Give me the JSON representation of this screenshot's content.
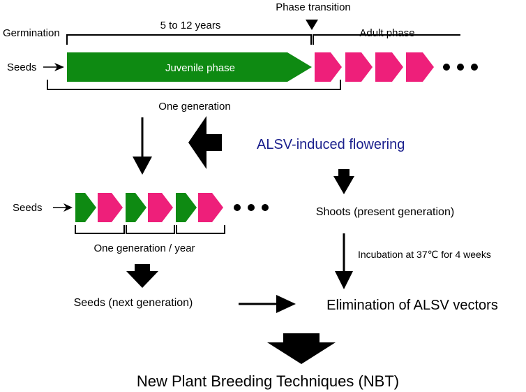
{
  "labels": {
    "phase_transition": "Phase transition",
    "germination": "Germination",
    "years_range": "5 to 12 years",
    "adult_phase": "Adult phase",
    "seeds_top": "Seeds",
    "juvenile_phase": "Juvenile phase",
    "one_generation": "One generation",
    "alsv_flowering": "ALSV-induced flowering",
    "seeds_mid": "Seeds",
    "shoots": "Shoots (present generation)",
    "one_gen_year": "One generation / year",
    "incubation": "Incubation at 37℃ for 4 weeks",
    "seeds_next": "Seeds (next generation)",
    "elimination": "Elimination of ALSV vectors",
    "nbt": "New Plant Breeding Techniques (NBT)"
  },
  "colors": {
    "juvenile": "#0e8a12",
    "adult": "#ee1f7a",
    "alsv_text": "#1a1f8c",
    "arrow": "#000000"
  }
}
